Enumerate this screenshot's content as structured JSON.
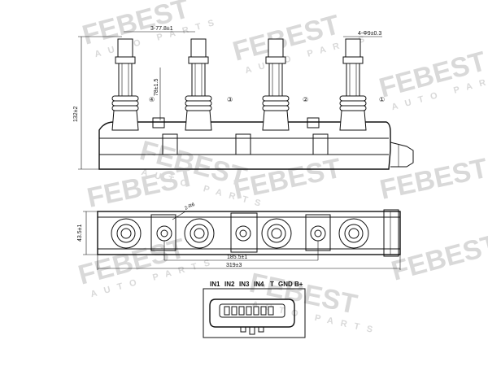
{
  "watermark": {
    "brand": "FEBEST",
    "tagline": "AUTO PARTS"
  },
  "top_view": {
    "dim_spacing": "3-77.8±1",
    "dim_hole": "4-Φ9±0.3",
    "dim_height": "132±2",
    "dim_boot": "78±1.5",
    "cyl_labels": [
      "④",
      "③",
      "②",
      "①"
    ]
  },
  "bottom_view": {
    "dim_width": "43.5±1",
    "dim_inner": "185.5±1",
    "dim_total": "319±3",
    "dim_radius": "2-R6"
  },
  "connector": {
    "pins": [
      "IN1",
      "IN2",
      "IN3",
      "IN4",
      "T",
      "GND",
      "B+"
    ]
  },
  "colors": {
    "line": "#111111",
    "watermark": "#d9d9d9"
  }
}
